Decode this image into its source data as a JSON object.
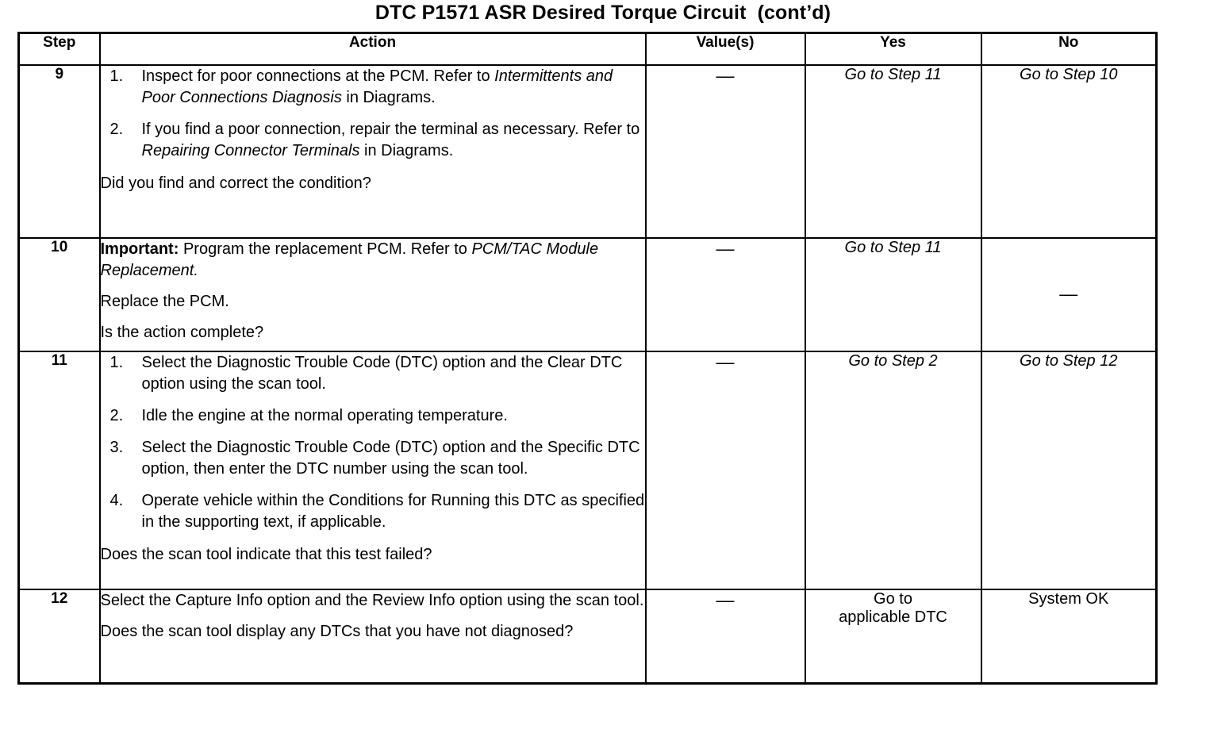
{
  "document": {
    "title": "DTC P1571 ASR Desired Torque Circuit  (cont’d)"
  },
  "table": {
    "headers": {
      "step": "Step",
      "action": "Action",
      "value": "Value(s)",
      "yes": "Yes",
      "no": "No"
    },
    "rows": [
      {
        "step": "9",
        "value": "—",
        "yes": "Go to Step 11",
        "no": "Go to Step 10",
        "items": [
          {
            "num": "1.",
            "pre": "Inspect for poor connections at the PCM. Refer to ",
            "italic": "Intermittents and Poor Connections Diagnosis",
            "post": " in Diagrams."
          },
          {
            "num": "2.",
            "pre": "If you find a poor connection, repair the terminal as necessary. Refer to ",
            "italic": "Repairing Connector Terminals",
            "post": " in Diagrams."
          }
        ],
        "question": "Did you find and correct the condition?"
      },
      {
        "step": "10",
        "value": "—",
        "yes": "Go to Step 11",
        "no": "—",
        "important_label": "Important:",
        "important_pre": " Program the replacement PCM. Refer to ",
        "important_italic": "PCM/TAC Module Replacement.",
        "statement": "Replace the PCM.",
        "question": "Is the action complete?"
      },
      {
        "step": "11",
        "value": "—",
        "yes": "Go to Step 2",
        "no": "Go to Step 12",
        "items": [
          {
            "num": "1.",
            "pre": "Select the Diagnostic Trouble Code (DTC) option and the Clear DTC option using the scan tool.",
            "italic": "",
            "post": ""
          },
          {
            "num": "2.",
            "pre": "Idle the engine at the normal operating temperature.",
            "italic": "",
            "post": ""
          },
          {
            "num": "3.",
            "pre": "Select the Diagnostic Trouble Code (DTC) option and the Specific DTC option, then enter the DTC number using the scan tool.",
            "italic": "",
            "post": ""
          },
          {
            "num": "4.",
            "pre": "Operate vehicle within the Conditions for Running this DTC as specified in the supporting text, if applicable.",
            "italic": "",
            "post": ""
          }
        ],
        "question": "Does the scan tool indicate that this test failed?"
      },
      {
        "step": "12",
        "value": "—",
        "yes_line1": "Go to",
        "yes_line2": "applicable DTC",
        "no": "System OK",
        "statement": "Select the Capture Info option and the Review Info option using the scan tool.",
        "question": "Does the scan tool display any DTCs that you have not diagnosed?"
      }
    ]
  }
}
